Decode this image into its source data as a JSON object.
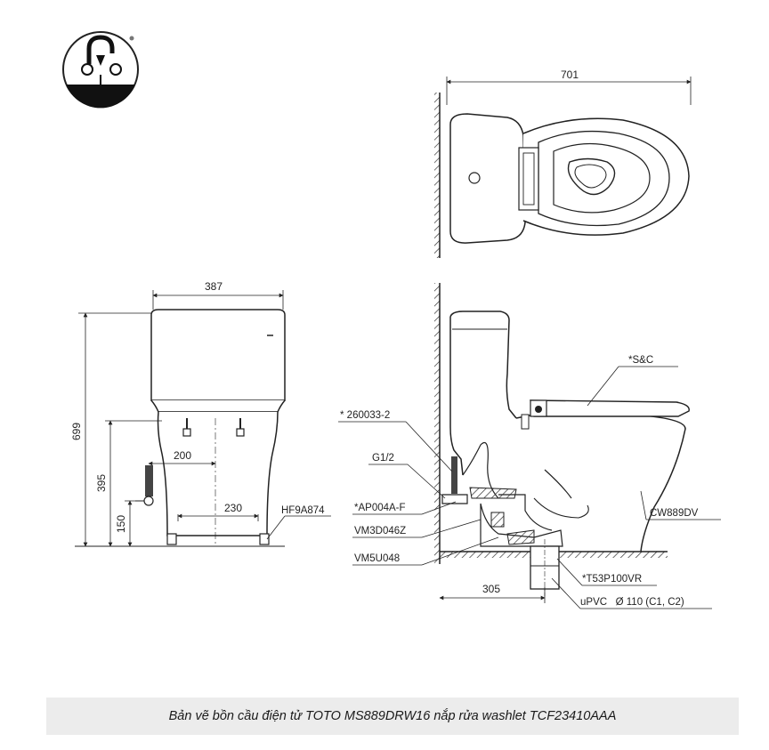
{
  "dimensions": {
    "plan_length": "701",
    "front_width": "387",
    "total_height": "699",
    "supply_height": "395",
    "supply_offset": "200",
    "floor_height": "150",
    "bolt_spacing": "230",
    "rough_in": "305"
  },
  "labels": {
    "hf": "HF9A874",
    "sc": "*S&C",
    "p260": "* 260033-2",
    "g12": "G1/2",
    "ap": "*AP004A-F",
    "vm3": "VM3D046Z",
    "vm5": "VM5U048",
    "cw": "CW889DV",
    "t53": "*T53P100VR",
    "upvc": "uPVC   Ø 110 (C1, C2)"
  },
  "icon": {
    "name": "hot-cold-water-icon",
    "color": "#111111"
  },
  "caption": "Bản vẽ bồn cầu điện tử TOTO MS889DRW16 nắp rửa washlet TCF23410AAA"
}
